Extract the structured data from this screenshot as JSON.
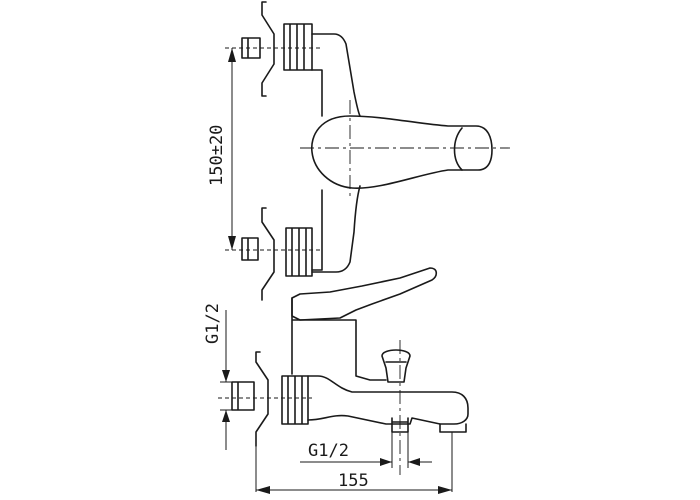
{
  "dimensions": {
    "height_spacing": "150±20",
    "thread_inlet": "G1/2",
    "thread_outlet": "G1/2",
    "overall_length": "155"
  },
  "colors": {
    "line": "#1a1a1a",
    "background": "#ffffff"
  }
}
